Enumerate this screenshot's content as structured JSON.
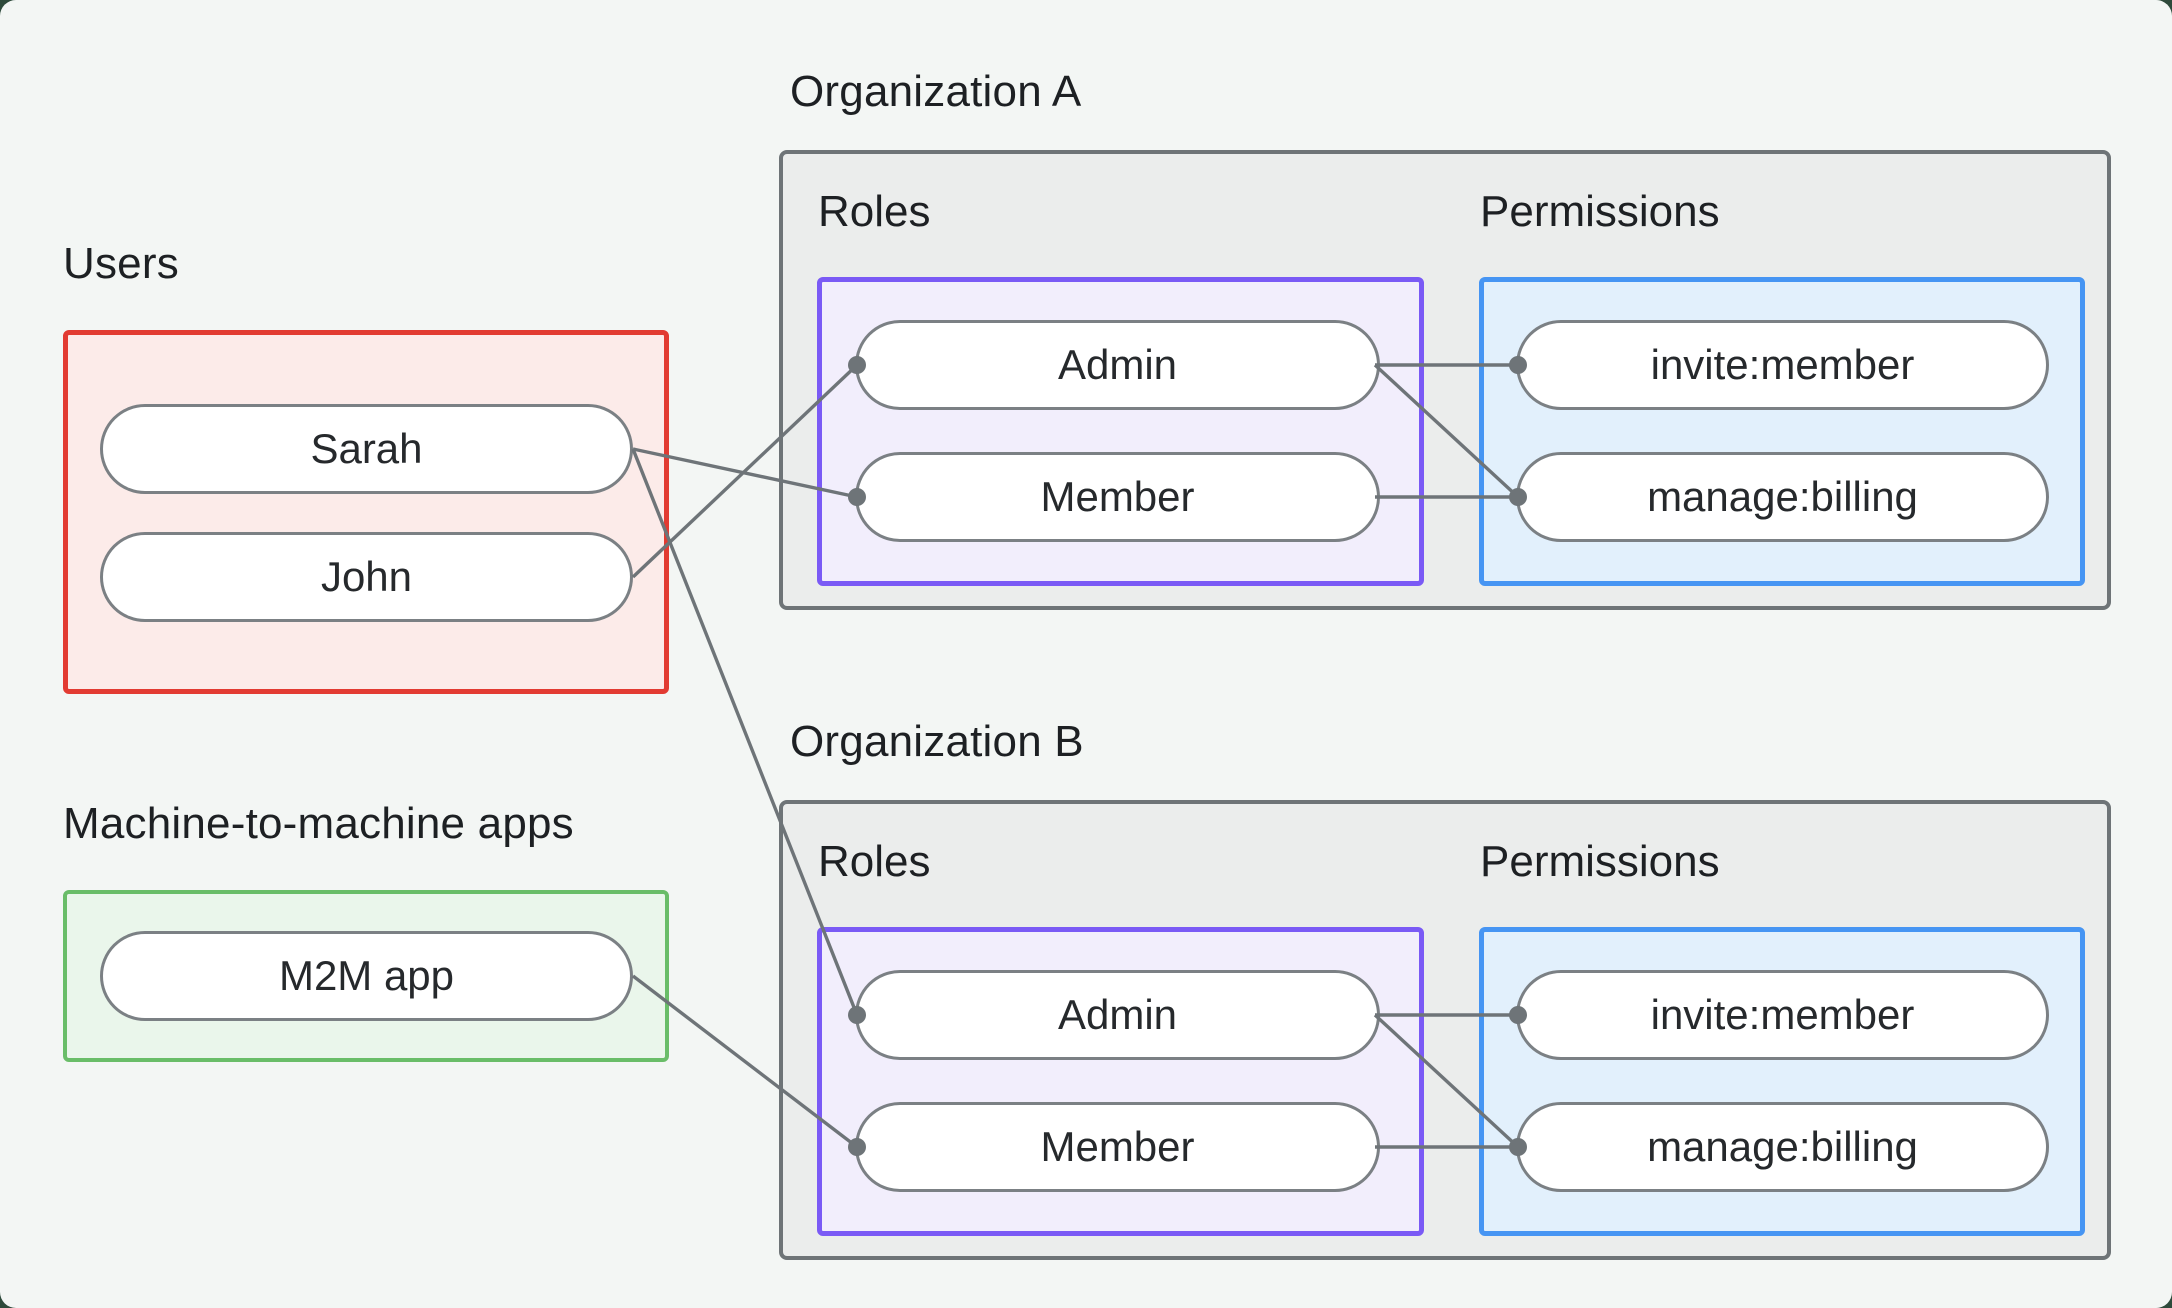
{
  "users_group": {
    "title": "Users",
    "items": [
      {
        "label": "Sarah"
      },
      {
        "label": "John"
      }
    ]
  },
  "m2m_group": {
    "title": "Machine-to-machine apps",
    "items": [
      {
        "label": "M2M app"
      }
    ]
  },
  "organizations": [
    {
      "title": "Organization A",
      "roles_label": "Roles",
      "permissions_label": "Permissions",
      "roles": [
        {
          "label": "Admin"
        },
        {
          "label": "Member"
        }
      ],
      "permissions": [
        {
          "label": "invite:member"
        },
        {
          "label": "manage:billing"
        }
      ]
    },
    {
      "title": "Organization B",
      "roles_label": "Roles",
      "permissions_label": "Permissions",
      "roles": [
        {
          "label": "Admin"
        },
        {
          "label": "Member"
        }
      ],
      "permissions": [
        {
          "label": "invite:member"
        },
        {
          "label": "manage:billing"
        }
      ]
    }
  ],
  "edges": [
    {
      "from": "Sarah",
      "to": "Organization A / Member"
    },
    {
      "from": "John",
      "to": "Organization A / Admin"
    },
    {
      "from": "Sarah",
      "to": "Organization B / Admin"
    },
    {
      "from": "M2M app",
      "to": "Organization B / Member"
    },
    {
      "from": "Organization A / Admin",
      "to": "Organization A / invite:member"
    },
    {
      "from": "Organization A / Admin",
      "to": "Organization A / manage:billing"
    },
    {
      "from": "Organization A / Member",
      "to": "Organization A / manage:billing"
    },
    {
      "from": "Organization B / Admin",
      "to": "Organization B / invite:member"
    },
    {
      "from": "Organization B / Admin",
      "to": "Organization B / manage:billing"
    },
    {
      "from": "Organization B / Member",
      "to": "Organization B / manage:billing"
    }
  ],
  "colors": {
    "page_background": "#2e4a3b",
    "card_background": "#f3f6f4",
    "users_border": "#e23b32",
    "users_fill": "#fcebe9",
    "m2m_border": "#69bd68",
    "m2m_fill": "#eaf6eb",
    "org_border": "#6e7477",
    "org_fill": "#ebedec",
    "roles_border": "#7a5af5",
    "roles_fill": "#f2eefc",
    "permissions_border": "#4695f3",
    "permissions_fill": "#e2f0fc",
    "node_border": "#7b8084",
    "node_fill": "#ffffff",
    "edge": "#6e7478",
    "heading_text": "#1d2023",
    "node_text": "#26292c"
  }
}
